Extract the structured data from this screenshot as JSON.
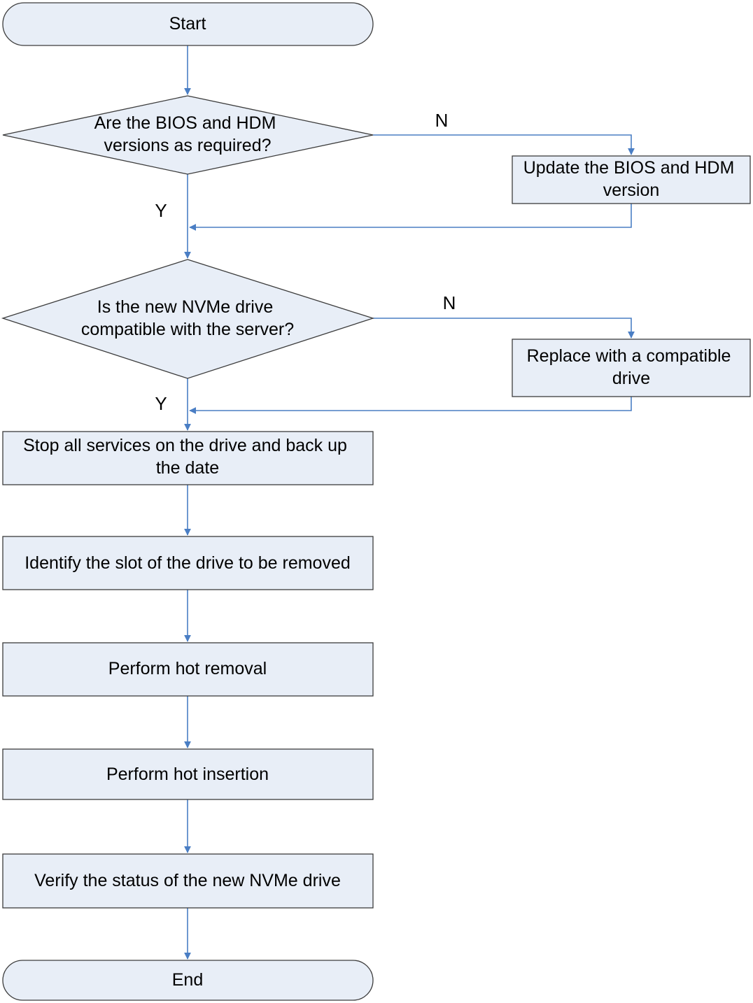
{
  "diagram": {
    "nodes": {
      "start": {
        "shape": "terminal",
        "lines": [
          "Start"
        ]
      },
      "check_bios": {
        "shape": "decision",
        "lines": [
          "Are the BIOS and HDM",
          "versions as required?"
        ]
      },
      "update_bios": {
        "shape": "process",
        "lines": [
          "Update the BIOS and HDM",
          "version"
        ]
      },
      "check_compat": {
        "shape": "decision",
        "lines": [
          "Is the new NVMe drive",
          "compatible with the server?"
        ]
      },
      "replace_drive": {
        "shape": "process",
        "lines": [
          "Replace with a compatible",
          "drive"
        ]
      },
      "stop_services": {
        "shape": "process",
        "lines": [
          "Stop all services on the drive and back up",
          "the date"
        ]
      },
      "identify_slot": {
        "shape": "process",
        "lines": [
          "Identify the slot of the drive to be removed"
        ]
      },
      "hot_removal": {
        "shape": "process",
        "lines": [
          "Perform hot removal"
        ]
      },
      "hot_insertion": {
        "shape": "process",
        "lines": [
          "Perform hot insertion"
        ]
      },
      "verify_status": {
        "shape": "process",
        "lines": [
          "Verify the status of the new NVMe drive"
        ]
      },
      "end": {
        "shape": "terminal",
        "lines": [
          "End"
        ]
      }
    },
    "branches": {
      "bios_no": "N",
      "bios_yes": "Y",
      "compat_no": "N",
      "compat_yes": "Y"
    },
    "edges": [
      {
        "from": "start",
        "to": "check_bios"
      },
      {
        "from": "check_bios",
        "to": "update_bios",
        "label": "N"
      },
      {
        "from": "check_bios",
        "to": "check_compat",
        "label": "Y"
      },
      {
        "from": "update_bios",
        "to": "check_compat"
      },
      {
        "from": "check_compat",
        "to": "replace_drive",
        "label": "N"
      },
      {
        "from": "check_compat",
        "to": "stop_services",
        "label": "Y"
      },
      {
        "from": "replace_drive",
        "to": "stop_services"
      },
      {
        "from": "stop_services",
        "to": "identify_slot"
      },
      {
        "from": "identify_slot",
        "to": "hot_removal"
      },
      {
        "from": "hot_removal",
        "to": "hot_insertion"
      },
      {
        "from": "hot_insertion",
        "to": "verify_status"
      },
      {
        "from": "verify_status",
        "to": "end"
      }
    ],
    "colors": {
      "node_fill": "#e8eef7",
      "node_stroke": "#3c3c3c",
      "connector": "#4a7ec4"
    }
  }
}
